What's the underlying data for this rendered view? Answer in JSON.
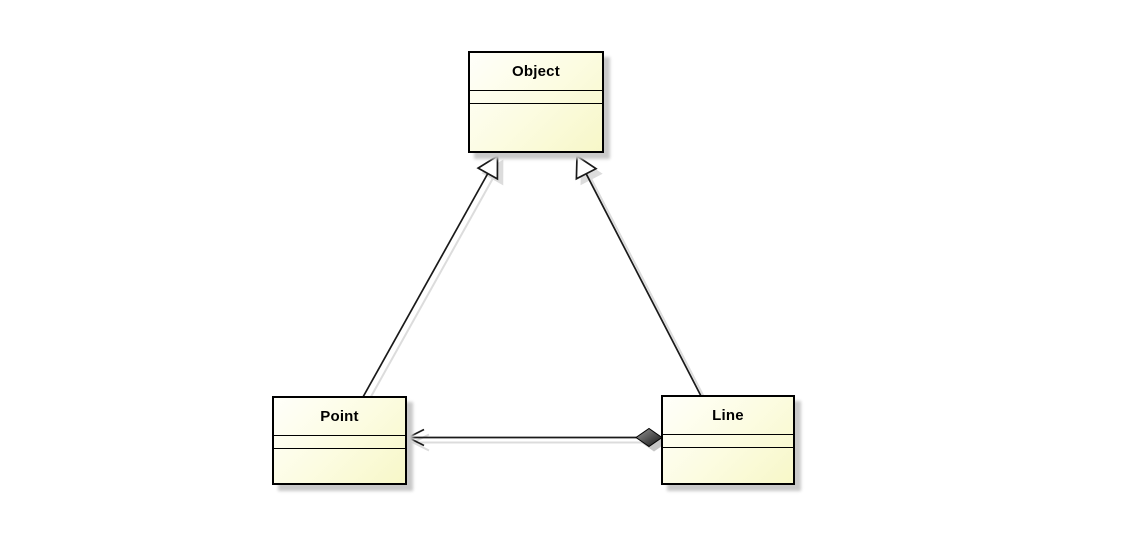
{
  "diagram": {
    "kind": "uml-class-diagram",
    "background_color": "#ffffff",
    "classes": [
      {
        "name": "Object",
        "attributes": "",
        "operations": ""
      },
      {
        "name": "Point",
        "attributes": "",
        "operations": ""
      },
      {
        "name": "Line",
        "attributes": "",
        "operations": ""
      }
    ],
    "relationships": [
      {
        "type": "generalization",
        "from": "Point",
        "to": "Object",
        "target_decoration": "hollow-triangle"
      },
      {
        "type": "generalization",
        "from": "Line",
        "to": "Object",
        "target_decoration": "hollow-triangle"
      },
      {
        "type": "composition",
        "from": "Line",
        "to": "Point",
        "source_decoration": "filled-diamond",
        "target_decoration": "open-arrow"
      }
    ],
    "colors": {
      "class_fill_light": "#fffffa",
      "class_fill_dark": "#f7f7c8",
      "class_border": "#000000",
      "box_shadow": "#c9c9c9",
      "edge": "#1a1a1a",
      "edge_shadow": "#dcdcdc",
      "diamond_light": "#999999",
      "diamond_dark": "#111111"
    }
  }
}
